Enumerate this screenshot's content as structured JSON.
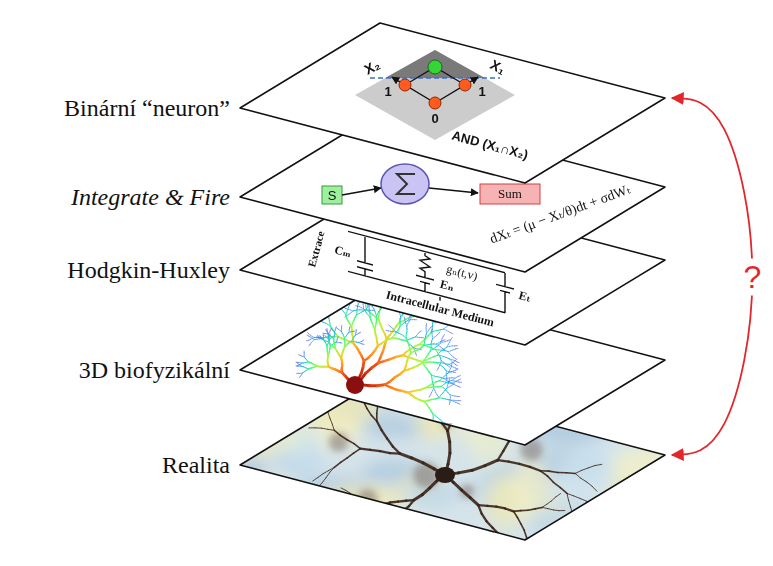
{
  "diagram": {
    "nodes": [
      {
        "text": [
          "Binární “neuron”"
        ]
      },
      {
        "text": [
          "Integrate & Fire"
        ]
      },
      {
        "text": [
          "Hodgkin-Huxley"
        ]
      },
      {
        "text": [
          "3D biofyzikální"
        ]
      },
      {
        "text": [
          "Realita"
        ]
      }
    ],
    "edges": [
      {
        "from": 0,
        "to": 4,
        "arrow": "both",
        "label": "?"
      }
    ],
    "labels": [
      "X₂",
      "X₁",
      "1",
      "1",
      "0",
      "AND (X₁∩X₂)",
      "S",
      "Sum",
      "dXₜ = (μ − Xₜ/θ)dt + σdWₜ",
      "Extrace",
      "gₙ(t,v)",
      "Cₘ",
      "Eₙ",
      "Eₜ",
      "Intracellular Medium"
    ]
  }
}
